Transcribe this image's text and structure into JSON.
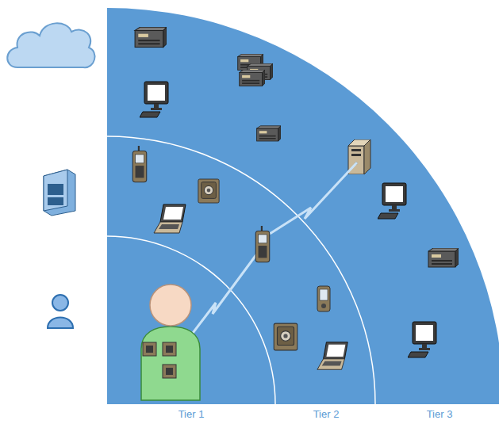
{
  "diagram": {
    "labels": [
      "Tier 1",
      "Tier 2",
      "Tier 3"
    ]
  }
}
